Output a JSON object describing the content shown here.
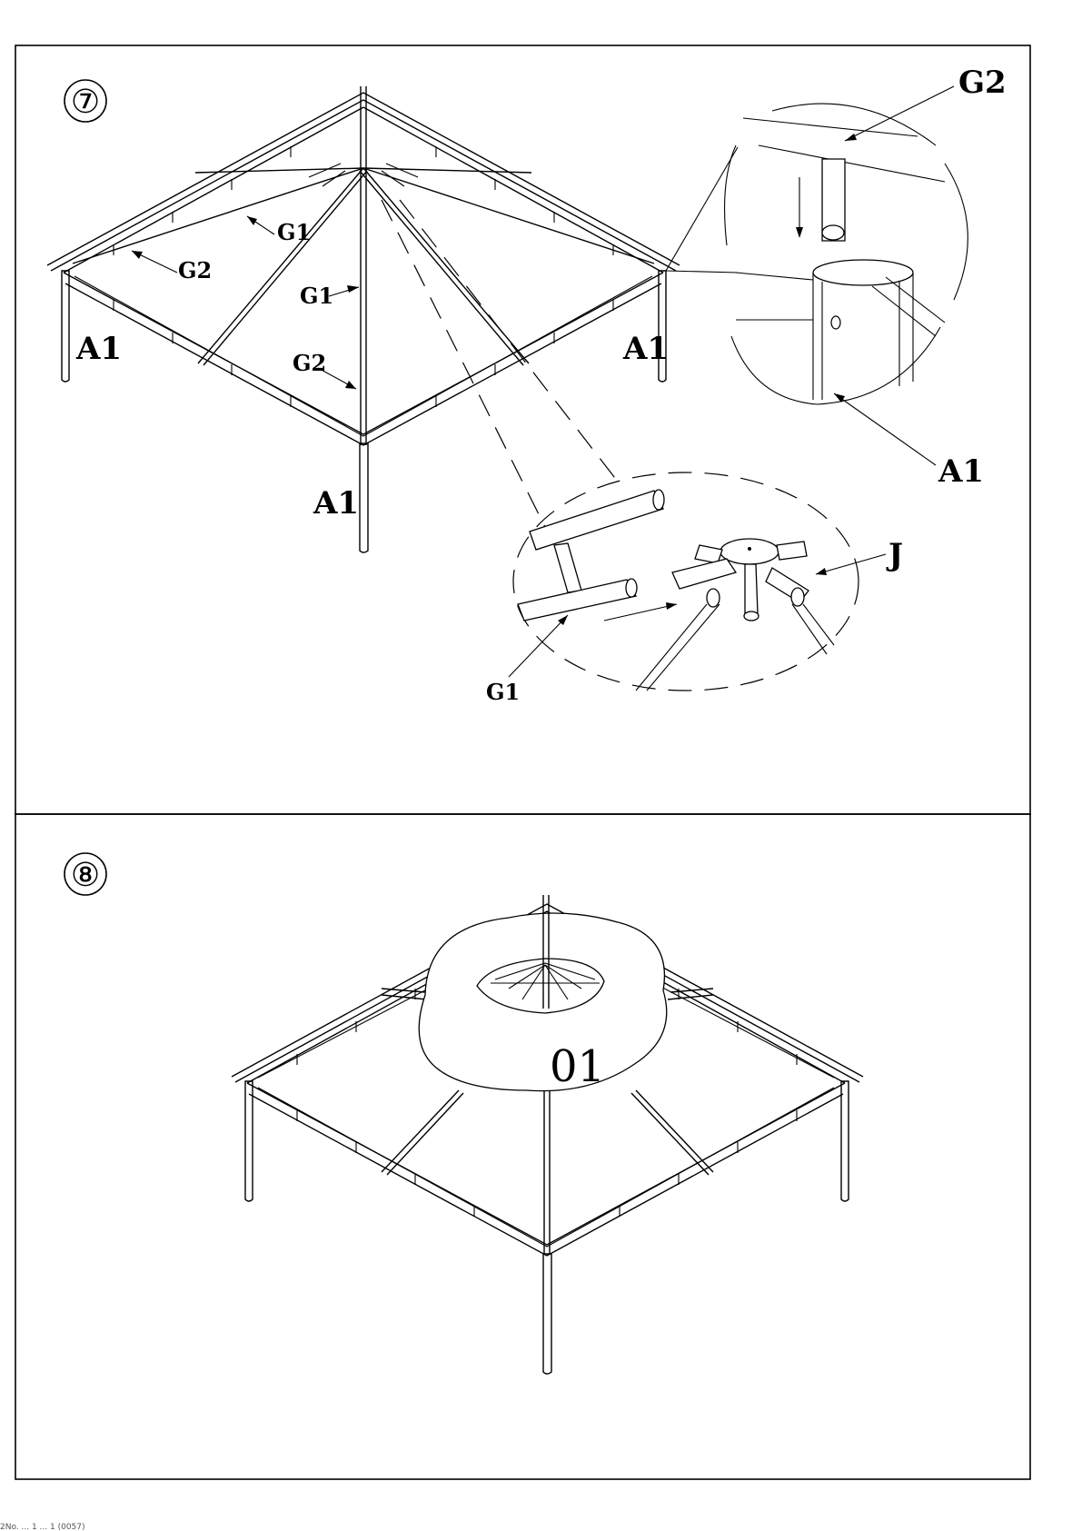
{
  "steps": [
    {
      "number": "⑦",
      "labels": {
        "g2_top_right": "G2",
        "g1_upper": "G1",
        "g2_left": "G2",
        "g1_center": "G1",
        "a1_left": "A1",
        "a1_right": "A1",
        "g2_center": "G2",
        "a1_front": "A1",
        "a1_detail": "A1",
        "j_detail": "J",
        "g1_detail": "G1"
      }
    },
    {
      "number": "⑧",
      "labels": {
        "canopy": "01"
      }
    }
  ],
  "footer": {
    "text": "2No. ... 1 ... 1 (0057)"
  },
  "colors": {
    "line": "#000000",
    "background": "#ffffff"
  }
}
